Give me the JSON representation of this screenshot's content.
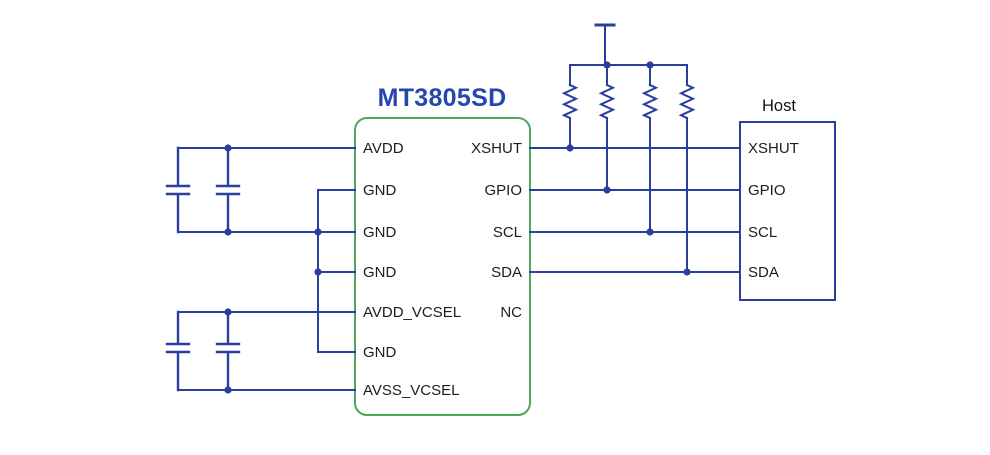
{
  "diagram": {
    "title": "MT3805SD",
    "host_label": "Host",
    "chip": {
      "left_pins": [
        "AVDD",
        "GND",
        "GND",
        "GND",
        "AVDD_VCSEL",
        "GND",
        "AVSS_VCSEL"
      ],
      "right_pins": [
        "XSHUT",
        "GPIO",
        "SCL",
        "SDA",
        "NC"
      ]
    },
    "host": {
      "pins": [
        "XSHUT",
        "GPIO",
        "SCL",
        "SDA"
      ]
    },
    "symbols": {
      "resistor_count": 4,
      "capacitor_count": 4
    },
    "colors": {
      "wire": "#2A3F9D",
      "chip_border": "#4FA85A",
      "host_border": "#2A3F9D",
      "title": "#2446AD",
      "label": "#1C1C1C",
      "background": "#FFFFFF"
    }
  }
}
